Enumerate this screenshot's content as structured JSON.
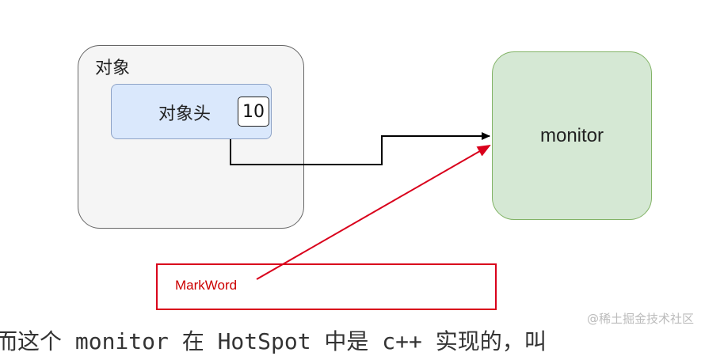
{
  "diagram": {
    "object_label": "对象",
    "header_label": "对象头",
    "header_value": "10",
    "monitor_label": "monitor",
    "markword_label": "MarkWord"
  },
  "colors": {
    "object_fill": "#f5f5f5",
    "header_fill": "#dae8fc",
    "monitor_fill": "#d5e8d4",
    "monitor_border": "#82b366",
    "markword_red": "#d9001b"
  },
  "watermark": "@稀土掘金技术社区",
  "bottom_text": "而这个 monitor 在 HotSpot 中是 c++ 实现的，叫"
}
